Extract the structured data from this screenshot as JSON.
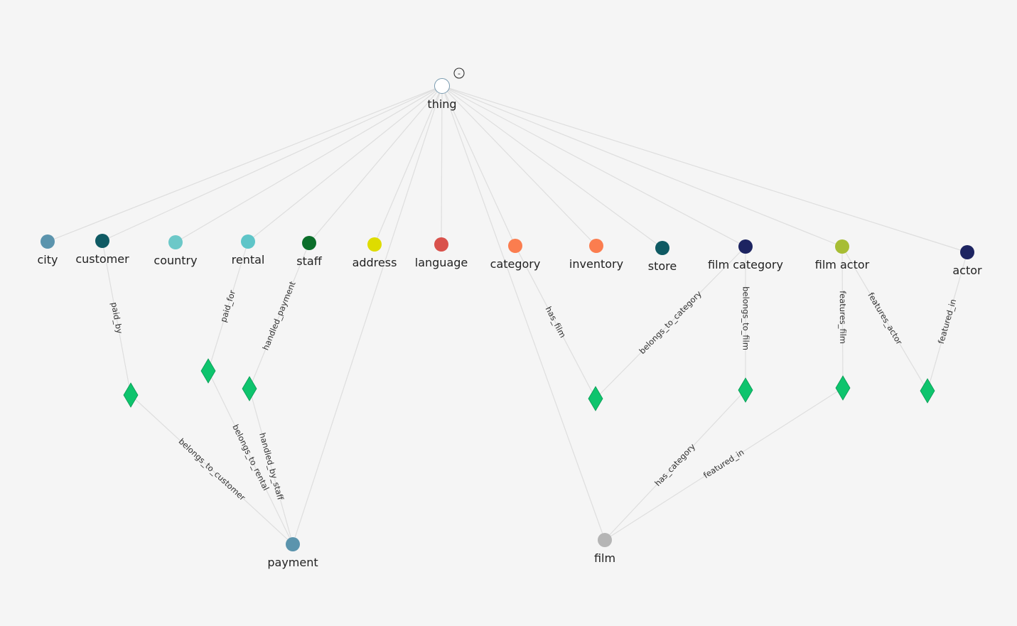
{
  "colors": {
    "background": "#f5f5f5",
    "edge": "#dedede",
    "relation": "#0ec46d",
    "relation_stroke": "#0a9a55"
  },
  "root": {
    "id": "thing",
    "label": "thing",
    "color": "#ffffff",
    "toggle_symbol": "-"
  },
  "entities": [
    {
      "id": "city",
      "label": "city",
      "color": "#5b94ad"
    },
    {
      "id": "customer",
      "label": "customer",
      "color": "#0f5a63"
    },
    {
      "id": "country",
      "label": "country",
      "color": "#6cc8c8"
    },
    {
      "id": "rental",
      "label": "rental",
      "color": "#5ec5c8"
    },
    {
      "id": "staff",
      "label": "staff",
      "color": "#0b6e2a"
    },
    {
      "id": "address",
      "label": "address",
      "color": "#dedc00"
    },
    {
      "id": "language",
      "label": "language",
      "color": "#d9524c"
    },
    {
      "id": "category",
      "label": "category",
      "color": "#fb7d4f"
    },
    {
      "id": "inventory",
      "label": "inventory",
      "color": "#fb7d4f"
    },
    {
      "id": "store",
      "label": "store",
      "color": "#0f5a63"
    },
    {
      "id": "film_category",
      "label": "film category",
      "color": "#1d2461"
    },
    {
      "id": "film_actor",
      "label": "film actor",
      "color": "#a7bd34"
    },
    {
      "id": "actor",
      "label": "actor",
      "color": "#1d2461"
    },
    {
      "id": "payment",
      "label": "payment",
      "color": "#5b94ad"
    },
    {
      "id": "film",
      "label": "film",
      "color": "#b5b5b5"
    }
  ],
  "relations": [
    "r_customer_payment",
    "r_rental_payment",
    "r_staff_payment",
    "r_category_film",
    "r_filmcategory_film",
    "r_filmactor_film",
    "r_actor_filmactor"
  ],
  "subtype_edges": [
    "city",
    "customer",
    "country",
    "rental",
    "staff",
    "address",
    "language",
    "category",
    "inventory",
    "store",
    "film_category",
    "film_actor",
    "actor",
    "payment",
    "film"
  ],
  "role_edges": [
    {
      "from": "customer",
      "to": "r_customer_payment",
      "label": "paid_by"
    },
    {
      "from": "r_customer_payment",
      "to": "payment",
      "label": "belongs_to_customer"
    },
    {
      "from": "rental",
      "to": "r_rental_payment",
      "label": "paid_for"
    },
    {
      "from": "r_rental_payment",
      "to": "payment",
      "label": "belongs_to_rental"
    },
    {
      "from": "staff",
      "to": "r_staff_payment",
      "label": "handled_payment"
    },
    {
      "from": "r_staff_payment",
      "to": "payment",
      "label": "handled_by_staff"
    },
    {
      "from": "category",
      "to": "r_category_film",
      "label": "has_film"
    },
    {
      "from": "r_category_film",
      "to": "film_category",
      "label": "belongs_to_category"
    },
    {
      "from": "film_category",
      "to": "r_filmcategory_film",
      "label": "belongs_to_film"
    },
    {
      "from": "r_filmcategory_film",
      "to": "film",
      "label": "has_category"
    },
    {
      "from": "film_actor",
      "to": "r_filmactor_film",
      "label": "features_film"
    },
    {
      "from": "r_filmactor_film",
      "to": "film",
      "label": "featured_in"
    },
    {
      "from": "film_actor",
      "to": "r_actor_filmactor",
      "label": "features_actor"
    },
    {
      "from": "r_actor_filmactor",
      "to": "actor",
      "label": "featured_in"
    }
  ]
}
